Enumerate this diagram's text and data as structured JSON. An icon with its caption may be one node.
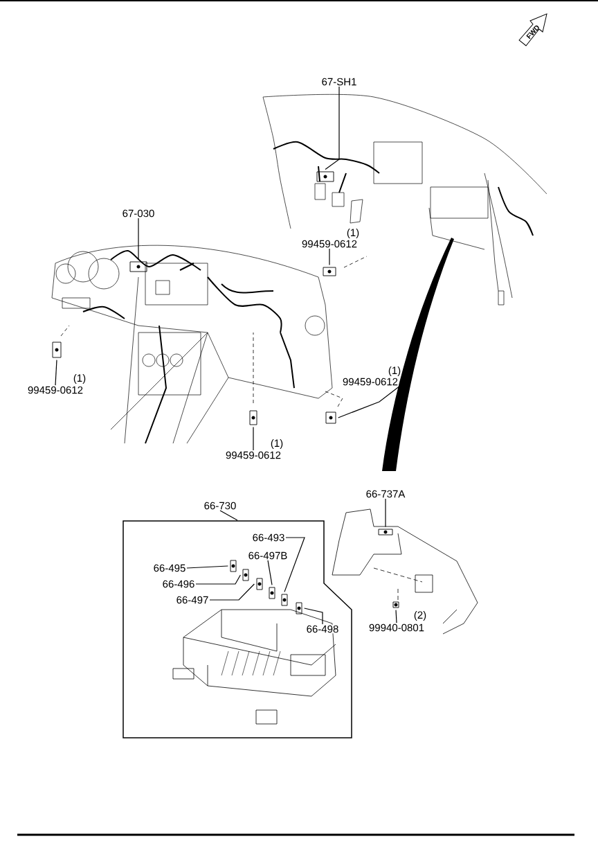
{
  "diagram": {
    "nodes": [
      {
        "text": [
          "67-SH1"
        ]
      },
      {
        "text": [],
        "shape": "picture"
      },
      {
        "text": [
          "67-030"
        ]
      },
      {
        "text": [],
        "shape": "picture"
      },
      {
        "text": [
          "99459-0612"
        ],
        "beside": [
          "(1)"
        ]
      },
      {
        "text": [],
        "shape": "picture"
      },
      {
        "text": [
          "99459-0612"
        ],
        "beside": [
          "(1)"
        ]
      },
      {
        "text": [],
        "shape": "picture"
      },
      {
        "text": [
          "99459-0612"
        ],
        "beside": [
          "(1)"
        ]
      },
      {
        "text": [],
        "shape": "picture"
      },
      {
        "text": [
          "99459-0612"
        ],
        "beside": [
          "(1)"
        ]
      },
      {
        "text": [],
        "shape": "picture"
      },
      {
        "text": [
          "66-737A"
        ]
      },
      {
        "text": [],
        "shape": "picture"
      },
      {
        "text": [
          "99940-0801"
        ],
        "beside": [
          "(2)"
        ]
      },
      {
        "text": [],
        "shape": "picture"
      },
      {
        "text": [
          "66-730"
        ]
      },
      {
        "text": [],
        "shape": "box"
      },
      {
        "text": [
          "66-493"
        ],
        "in": 17
      },
      {
        "text": [
          "66-495"
        ],
        "in": 17
      },
      {
        "text": [
          "66-497B"
        ],
        "in": 17
      },
      {
        "text": [
          "66-496"
        ],
        "in": 17
      },
      {
        "text": [
          "66-497"
        ],
        "in": 17
      },
      {
        "text": [
          "66-498"
        ],
        "in": 17
      },
      {
        "text": [],
        "shape": "picture",
        "in": 17
      },
      {
        "text": [],
        "shape": "picture",
        "in": 17
      },
      {
        "text": [],
        "shape": "picture",
        "in": 17
      },
      {
        "text": [],
        "shape": "picture",
        "in": 17
      },
      {
        "text": [],
        "shape": "picture",
        "in": 17
      },
      {
        "text": [],
        "shape": "picture",
        "in": 17
      }
    ],
    "edges": [
      {
        "from": 0,
        "to": 1,
        "arrow": "none"
      },
      {
        "from": 2,
        "to": 3,
        "arrow": "none"
      },
      {
        "from": 4,
        "to": 5,
        "arrow": "none"
      },
      {
        "from": 6,
        "to": 7,
        "arrow": "none"
      },
      {
        "from": 8,
        "to": 9,
        "arrow": "none"
      },
      {
        "from": 10,
        "to": 11,
        "arrow": "none"
      },
      {
        "from": 12,
        "to": 13,
        "arrow": "none"
      },
      {
        "from": 14,
        "to": 15,
        "arrow": "none"
      },
      {
        "from": 16,
        "to": 17,
        "arrow": "none"
      },
      {
        "from": 18,
        "to": 28,
        "arrow": "none"
      },
      {
        "from": 19,
        "to": 24,
        "arrow": "none"
      },
      {
        "from": 20,
        "to": 27,
        "arrow": "none"
      },
      {
        "from": 21,
        "to": 25,
        "arrow": "none"
      },
      {
        "from": 22,
        "to": 26,
        "arrow": "none"
      },
      {
        "from": 23,
        "to": 29,
        "arrow": "none"
      }
    ],
    "labels": [
      "FWD"
    ]
  }
}
